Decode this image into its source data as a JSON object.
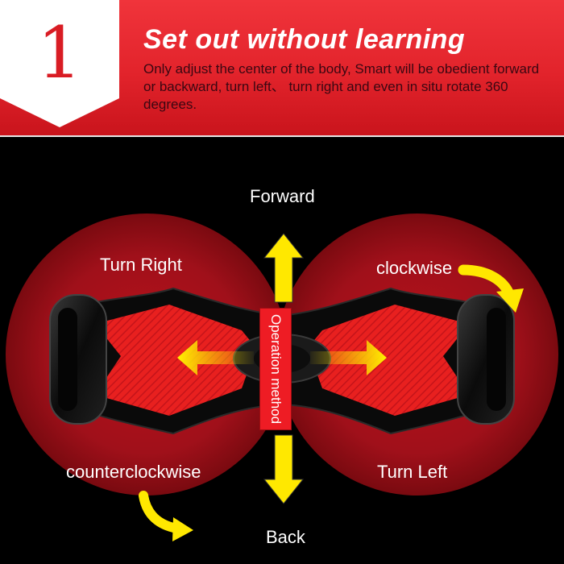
{
  "banner": {
    "step_number": "1",
    "title": "Set out without learning",
    "description": "Only adjust the center of the body, Smart will be obedient forward or backward, turn left、 turn right and even in situ rotate 360 degrees."
  },
  "diagram": {
    "label_forward": "Forward",
    "label_back": "Back",
    "label_turn_right": "Turn Right",
    "label_turn_left": "Turn Left",
    "label_clockwise": "clockwise",
    "label_counterclockwise": "counterclockwise",
    "center_label": "Operation method"
  },
  "colors": {
    "banner_red": "#e2232b",
    "circle_red": "#9c0f17",
    "arrow_yellow": "#ffe800",
    "board_red": "#e8201f",
    "body_black": "#0a0a0a"
  }
}
